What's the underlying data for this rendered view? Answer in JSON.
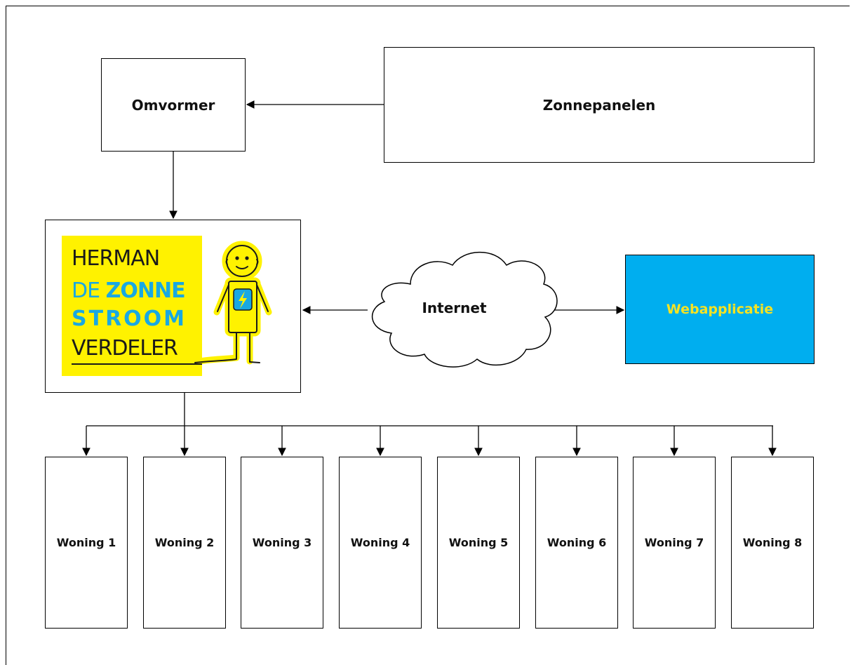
{
  "colors": {
    "accent": "#00AEEF",
    "accent_text": "#F5E323",
    "logo_yellow": "#FFF200",
    "logo_blue": "#19A8E2"
  },
  "nodes": {
    "omvormer": "Omvormer",
    "zonnepanelen": "Zonnepanelen",
    "internet": "Internet",
    "webapplicatie": "Webapplicatie"
  },
  "logo": {
    "line1": "HERMAN",
    "line2_de": "DE ",
    "line2_zonne": "ZONNE",
    "line3": "STROOM",
    "line4": "VERDELER",
    "mascot_icon": "stick-figure-mascot-icon",
    "bolt_icon": "lightning-bolt-icon"
  },
  "woningen": [
    "Woning 1",
    "Woning 2",
    "Woning 3",
    "Woning 4",
    "Woning 5",
    "Woning 6",
    "Woning 7",
    "Woning 8"
  ]
}
